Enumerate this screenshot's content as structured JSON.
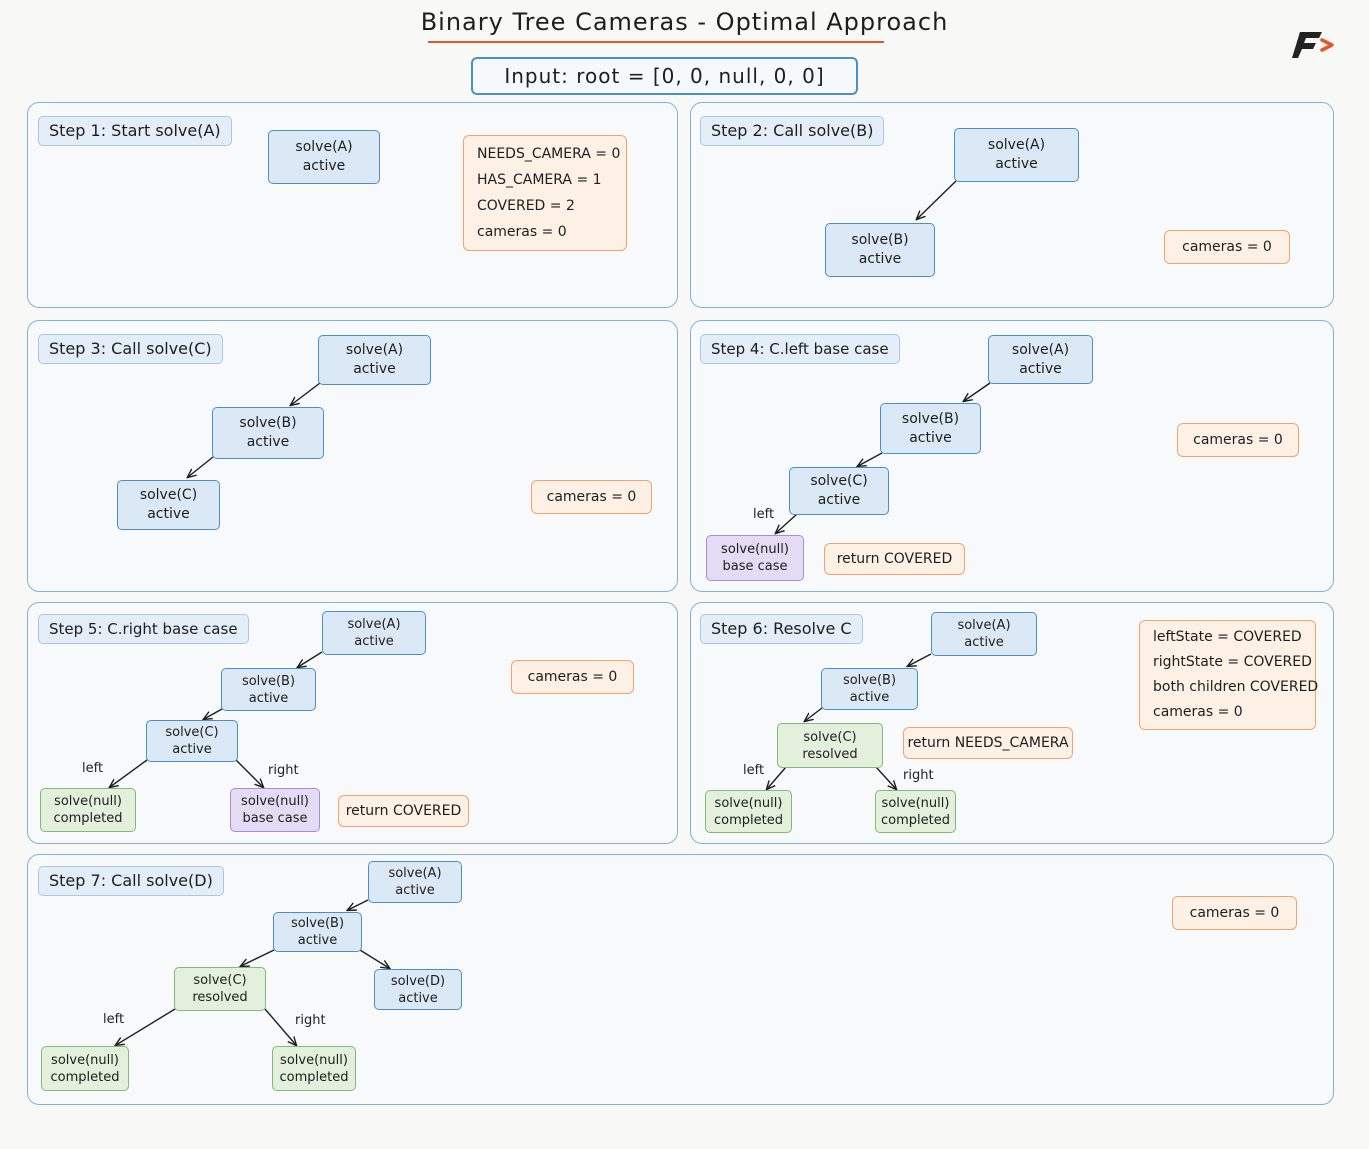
{
  "title": "Binary Tree Cameras - Optimal Approach",
  "input": "Input: root = [0, 0, null, 0, 0]",
  "colors": {
    "accent_orange": "#e0592a",
    "node_blue": "#4a90c8",
    "resolved_green": "#86b878",
    "base_purple": "#a48fd4",
    "note_orange": "#f0a56e"
  },
  "steps": [
    {
      "label": "Step 1: Start solve(A)",
      "nodes": [
        {
          "line1": "solve(A)",
          "line2": "active"
        }
      ],
      "note_lines": [
        "NEEDS_CAMERA = 0",
        "HAS_CAMERA = 1",
        "COVERED = 2",
        "cameras = 0"
      ]
    },
    {
      "label": "Step 2: Call solve(B)",
      "nodes": [
        {
          "line1": "solve(A)",
          "line2": "active"
        },
        {
          "line1": "solve(B)",
          "line2": "active"
        }
      ],
      "note": "cameras = 0"
    },
    {
      "label": "Step 3: Call solve(C)",
      "nodes": [
        {
          "line1": "solve(A)",
          "line2": "active"
        },
        {
          "line1": "solve(B)",
          "line2": "active"
        },
        {
          "line1": "solve(C)",
          "line2": "active"
        }
      ],
      "note": "cameras = 0"
    },
    {
      "label": "Step 4: C.left base case",
      "nodes": [
        {
          "line1": "solve(A)",
          "line2": "active"
        },
        {
          "line1": "solve(B)",
          "line2": "active"
        },
        {
          "line1": "solve(C)",
          "line2": "active"
        },
        {
          "line1": "solve(null)",
          "line2": "base case"
        }
      ],
      "edge_left": "left",
      "note": "cameras = 0",
      "return_note": "return COVERED"
    },
    {
      "label": "Step 5: C.right base case",
      "nodes": [
        {
          "line1": "solve(A)",
          "line2": "active"
        },
        {
          "line1": "solve(B)",
          "line2": "active"
        },
        {
          "line1": "solve(C)",
          "line2": "active"
        },
        {
          "line1": "solve(null)",
          "line2": "completed"
        },
        {
          "line1": "solve(null)",
          "line2": "base case"
        }
      ],
      "edge_left": "left",
      "edge_right": "right",
      "note": "cameras = 0",
      "return_note": "return COVERED"
    },
    {
      "label": "Step 6: Resolve C",
      "nodes": [
        {
          "line1": "solve(A)",
          "line2": "active"
        },
        {
          "line1": "solve(B)",
          "line2": "active"
        },
        {
          "line1": "solve(C)",
          "line2": "resolved"
        },
        {
          "line1": "solve(null)",
          "line2": "completed"
        },
        {
          "line1": "solve(null)",
          "line2": "completed"
        }
      ],
      "edge_left": "left",
      "edge_right": "right",
      "return_note": "return NEEDS_CAMERA",
      "note_lines": [
        "leftState = COVERED",
        "rightState = COVERED",
        "both children COVERED",
        "cameras = 0"
      ]
    },
    {
      "label": "Step 7: Call solve(D)",
      "nodes": [
        {
          "line1": "solve(A)",
          "line2": "active"
        },
        {
          "line1": "solve(B)",
          "line2": "active"
        },
        {
          "line1": "solve(C)",
          "line2": "resolved"
        },
        {
          "line1": "solve(D)",
          "line2": "active"
        },
        {
          "line1": "solve(null)",
          "line2": "completed"
        },
        {
          "line1": "solve(null)",
          "line2": "completed"
        }
      ],
      "edge_left": "left",
      "edge_right": "right",
      "note": "cameras = 0"
    }
  ]
}
